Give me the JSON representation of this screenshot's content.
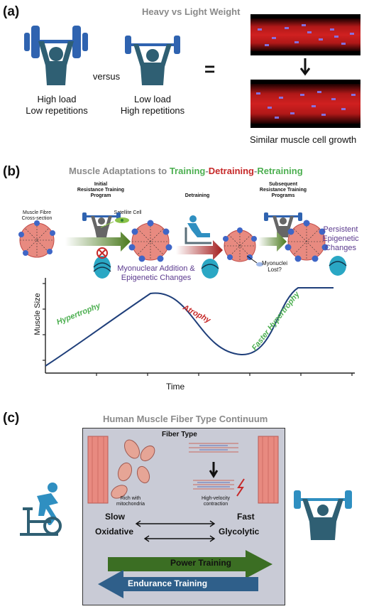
{
  "panel_a": {
    "label": "(a)",
    "title": "Heavy vs Light Weight",
    "left_caption_line1": "High load",
    "left_caption_line2": "Low repetitions",
    "versus": "versus",
    "right_caption_line1": "Low load",
    "right_caption_line2": "High repetitions",
    "equals": "=",
    "result_caption": "Similar muscle cell growth"
  },
  "panel_b": {
    "label": "(b)",
    "title_prefix": "Muscle Adaptations to ",
    "title_training": "Training",
    "title_dash1": "-",
    "title_detraining": "Detraining",
    "title_dash2": "-",
    "title_retraining": "Retraining",
    "cross_section_line1": "Muscle Fibre",
    "cross_section_line2": "Cross-section",
    "initial_line1": "Initial",
    "initial_line2": "Resistance Training",
    "initial_line3": "Program",
    "satellite_cell": "Satellite Cell",
    "myonuclear_line1": "Myonuclear Addition &",
    "myonuclear_line2": "Epigenetic Changes",
    "detraining": "Detraining",
    "subsequent_line1": "Subsequent",
    "subsequent_line2": "Resistance Training",
    "subsequent_line3": "Programs",
    "myonuclei_lost_line1": "Myonuclei",
    "myonuclei_lost_line2": "Lost?",
    "persistent_line1": "Persistent",
    "persistent_line2": "Epigenetic",
    "persistent_line3": "Changes",
    "y_axis": "Muscle Size",
    "x_axis": "Time",
    "phase_hypertrophy": "Hypertrophy",
    "phase_atrophy": "Atrophy",
    "phase_faster": "Faster Hypertrophy"
  },
  "panel_c": {
    "label": "(c)",
    "title": "Human Muscle Fiber Type Continuum",
    "fiber_type": "Fiber Type",
    "mito_line1": "Rich with",
    "mito_line2": "mitochondria",
    "velocity_line1": "High-velocity",
    "velocity_line2": "contraction",
    "slow": "Slow",
    "oxidative": "Oxidative",
    "fast": "Fast",
    "glycolytic": "Glycolytic",
    "power_training": "Power Training",
    "endurance_training": "Endurance Training"
  },
  "colors": {
    "weight_blue": "#2f63b0",
    "person": "#2f5f73",
    "training_green": "#4caf50",
    "detraining_red": "#c62828",
    "power_green": "#3b6e23",
    "endurance_blue": "#2f5f8a",
    "fiber_pink": "#e88a80"
  }
}
